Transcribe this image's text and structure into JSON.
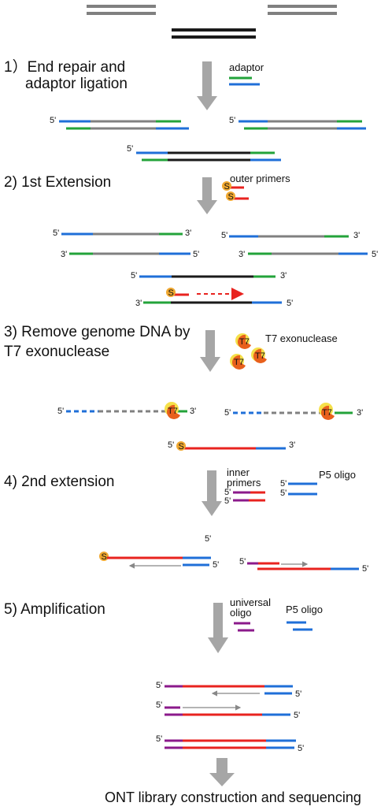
{
  "steps": {
    "s1_l1": "1）End repair and",
    "s1_l2": "adaptor ligation",
    "s2": "2) 1st Extension",
    "s3_l1": "3)  Remove genome DNA by",
    "s3_l2": "T7 exonuclease",
    "s4": "4)  2nd extension",
    "s5": "5)  Amplification"
  },
  "labels": {
    "adaptor": "adaptor",
    "outer_primers": "outer primers",
    "t7_exonuclease": "T7 exonuclease",
    "t7": "T7",
    "inner_l1": "inner",
    "inner_l2": "primers",
    "p5_oligo": "P5 oligo",
    "universal_l1": "universal",
    "universal_l2": "oligo",
    "s": "S",
    "five": "5'",
    "three": "3'",
    "final": "ONT library construction and sequencing"
  },
  "colors": {
    "genome": "#808080",
    "genome_dark": "#1a1a1a",
    "adaptor_blue": "#1f6fd8",
    "adaptor_green": "#23a33a",
    "primer_red": "#e8231f",
    "primer_purple": "#8b1a8b",
    "biotin": "#f0a830",
    "t7_body": "#e8601c",
    "t7_glow": "#f5e04a",
    "arrow": "#a6a6a6"
  }
}
